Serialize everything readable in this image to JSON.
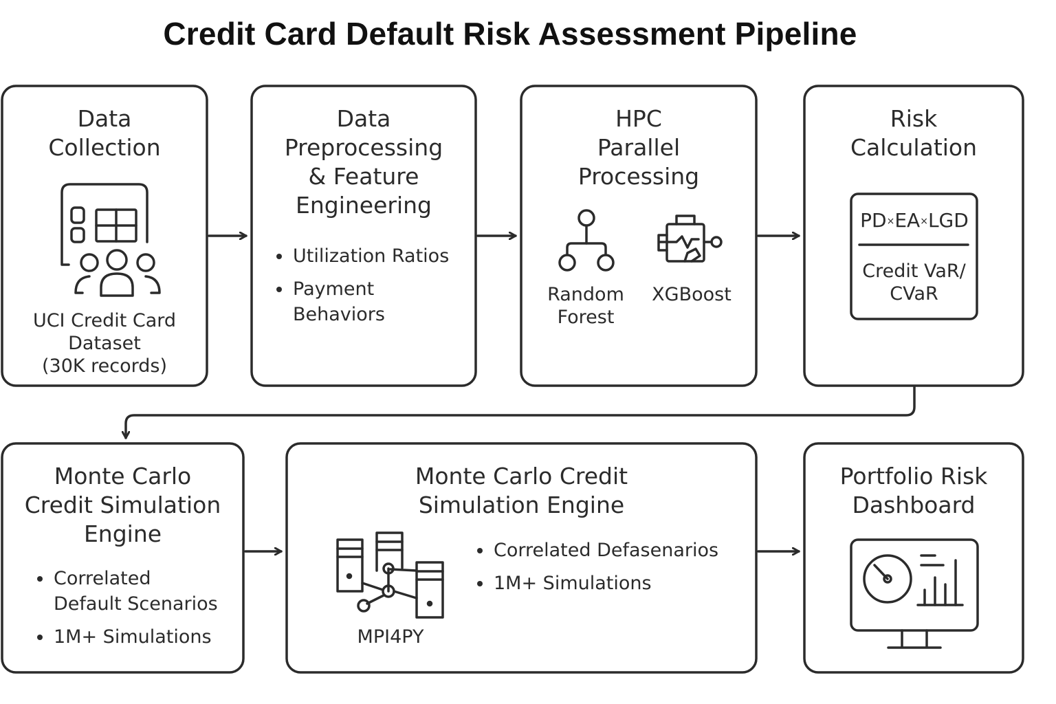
{
  "title": "Credit Card Default Risk Assessment Pipeline",
  "nodes": {
    "data_collection": {
      "title": [
        "Data",
        "Collection"
      ],
      "caption": [
        "UCI Credit Card",
        "Dataset",
        "(30K records)"
      ]
    },
    "preprocessing": {
      "title": [
        "Data",
        "Preprocessing",
        "& Feature",
        "Engineering"
      ],
      "items": [
        "Utilization Ratios",
        "Payment\nBehaviors"
      ]
    },
    "hpc": {
      "title": [
        "HPC",
        "Parallel",
        "Processing"
      ],
      "random_forest_label": "Random\nForest",
      "xgboost_label": "XGBoost"
    },
    "risk_calc": {
      "title": [
        "Risk",
        "Calculation"
      ],
      "formula": {
        "pd": "PD",
        "times1": "×",
        "ea": "EA",
        "times2": "×",
        "lgd": "LGD"
      },
      "result": [
        "Credit VaR/",
        "CVaR"
      ]
    },
    "monte_carlo_sim": {
      "title": [
        "Monte Carlo",
        "Credit Simulation",
        "Engine"
      ],
      "items": [
        "Correlated\nDefault Scenarios",
        "1M+ Simulations"
      ]
    },
    "monte_carlo_engine": {
      "title": [
        "Monte Carlo Credit",
        "Simulation Engine"
      ],
      "cluster_label": "MPI4PY",
      "items": [
        "Correlated Defasenarios",
        "1M+ Simulations"
      ]
    },
    "dashboard": {
      "title": [
        "Portfolio Risk",
        "Dashboard"
      ]
    }
  },
  "colors": {
    "stroke": "#2b2b2b",
    "title": "#111111",
    "background": "#ffffff"
  }
}
